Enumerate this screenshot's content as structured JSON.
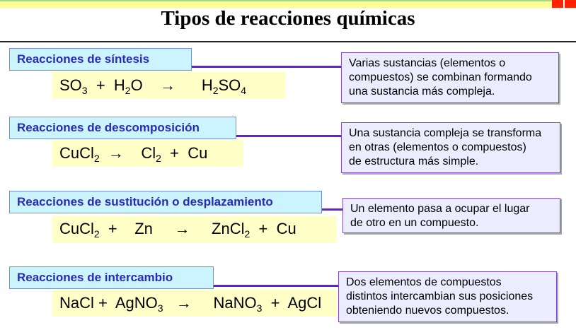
{
  "slide": {
    "title": "Tipos de reacciones químicas",
    "colors": {
      "label_bg": "#ccf4ff",
      "label_text": "#2a2ab8",
      "equation_bg": "#ffffc8",
      "connector": "#6a1fd0",
      "desc_bg": "#ececff",
      "top_bar": "#ffff99",
      "corner_blocks": "#ff2200"
    }
  },
  "reactions": [
    {
      "label": "Reacciones de síntesis",
      "equation": [
        {
          "t": "SO"
        },
        {
          "s": "3"
        },
        {
          "t": "  +  H"
        },
        {
          "s": "2"
        },
        {
          "t": "O    →      H"
        },
        {
          "s": "2"
        },
        {
          "t": "SO"
        },
        {
          "s": "4"
        }
      ],
      "description": [
        "Varias sustancias (elementos o",
        "compuestos) se combinan formando",
        "una sustancia más compleja."
      ]
    },
    {
      "label": "Reacciones de descomposición",
      "equation": [
        {
          "t": "CuCl"
        },
        {
          "s": "2"
        },
        {
          "t": "  →    Cl"
        },
        {
          "s": "2"
        },
        {
          "t": "  +  Cu"
        }
      ],
      "description": [
        "Una sustancia compleja se transforma",
        "en otras (elementos o compuestos)",
        "de estructura más simple."
      ]
    },
    {
      "label": "Reacciones de sustitución o desplazamiento",
      "equation": [
        {
          "t": "CuCl"
        },
        {
          "s": "2"
        },
        {
          "t": "  +    Zn     →     ZnCl"
        },
        {
          "s": "2"
        },
        {
          "t": "  +  Cu"
        }
      ],
      "description": [
        "Un elemento pasa a ocupar el lugar",
        "de otro en un compuesto."
      ]
    },
    {
      "label": "Reacciones de intercambio",
      "equation": [
        {
          "t": "NaCl +  AgNO"
        },
        {
          "s": "3"
        },
        {
          "t": "   →     NaNO"
        },
        {
          "s": "3"
        },
        {
          "t": "  +  AgCl"
        }
      ],
      "description": [
        "Dos elementos de compuestos",
        "distintos intercambian sus posiciones",
        "obteniendo nuevos compuestos."
      ]
    }
  ]
}
